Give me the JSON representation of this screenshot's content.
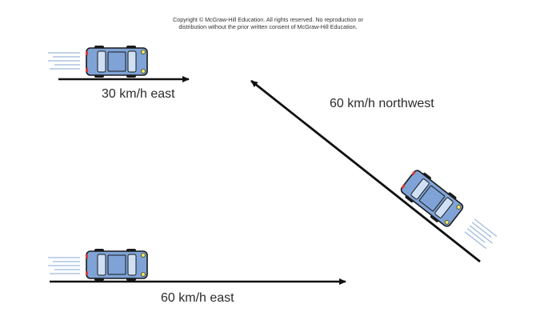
{
  "copyright": {
    "line1": "Copyright © McGraw-Hill Education. All rights reserved. No reproduction or",
    "line2": "distribution without the prior written consent of McGraw-Hill Education."
  },
  "labels": {
    "car_top": "30 km/h east",
    "car_diagonal": "60 km/h northwest",
    "car_bottom": "60 km/h east"
  },
  "colors": {
    "car_body": "#7fa3d6",
    "car_outline": "#1a1a1a",
    "window": "#cfe0f5",
    "headlight": "#f2e65a",
    "taillight": "#d23b3b",
    "arrow": "#111111",
    "speed_lines": "#9db8dd"
  }
}
